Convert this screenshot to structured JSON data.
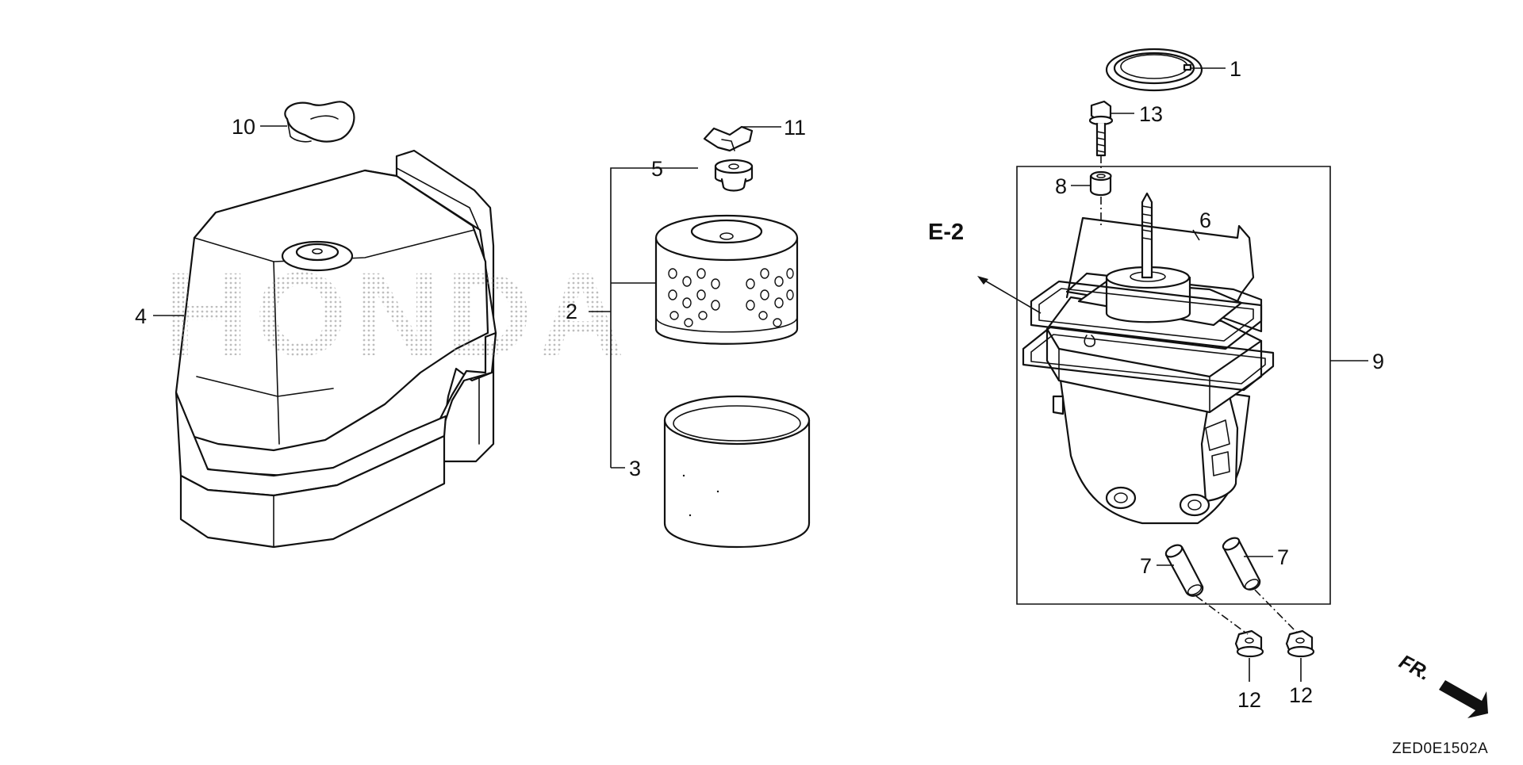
{
  "diagram": {
    "callouts": [
      {
        "id": "c1",
        "text": "1"
      },
      {
        "id": "c2",
        "text": "2"
      },
      {
        "id": "c3",
        "text": "3"
      },
      {
        "id": "c4",
        "text": "4"
      },
      {
        "id": "c5",
        "text": "5"
      },
      {
        "id": "c6",
        "text": "6"
      },
      {
        "id": "c7a",
        "text": "7"
      },
      {
        "id": "c7b",
        "text": "7"
      },
      {
        "id": "c8",
        "text": "8"
      },
      {
        "id": "c9",
        "text": "9"
      },
      {
        "id": "c10",
        "text": "10"
      },
      {
        "id": "c11",
        "text": "11"
      },
      {
        "id": "c12a",
        "text": "12"
      },
      {
        "id": "c12b",
        "text": "12"
      },
      {
        "id": "c13",
        "text": "13"
      }
    ],
    "reference": "E-2",
    "direction": "FR.",
    "watermark": "HONDA",
    "drawing_code": "ZED0E1502A"
  },
  "colors": {
    "ink": "#111111",
    "paper": "#ffffff",
    "watermark": "#9a9a9a"
  }
}
